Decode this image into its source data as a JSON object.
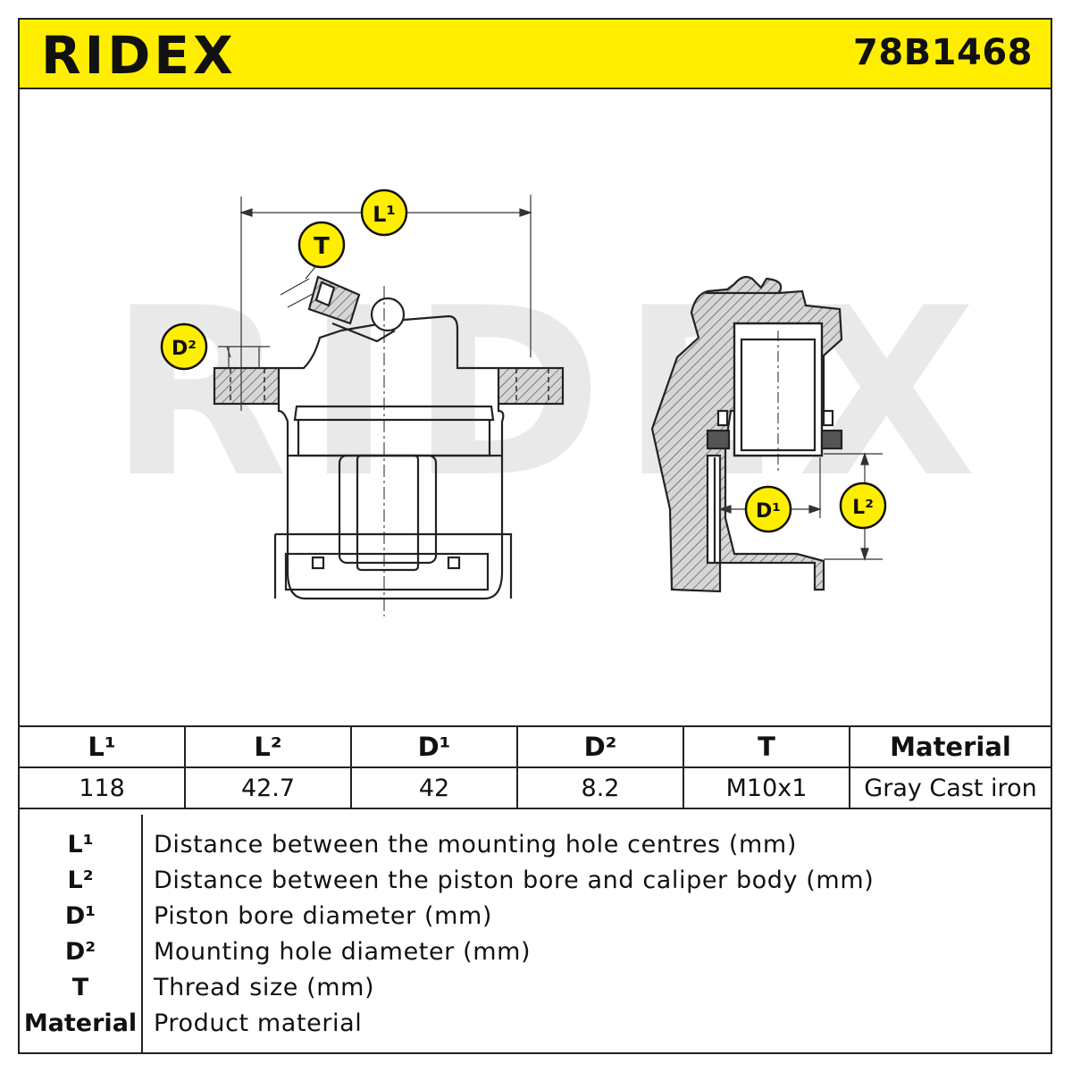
{
  "brand": "RIDEX",
  "part_number": "78B1468",
  "watermark": "RIDEX",
  "colors": {
    "accent": "#ffee00",
    "line": "#222222",
    "hatch": "#555555"
  },
  "drawing_labels": {
    "l1": "L¹",
    "l2": "L²",
    "d1": "D¹",
    "d2": "D²",
    "t": "T"
  },
  "table": {
    "headers": [
      "L¹",
      "L²",
      "D¹",
      "D²",
      "T",
      "Material"
    ],
    "values": [
      "118",
      "42.7",
      "42",
      "8.2",
      "M10x1",
      "Gray Cast iron"
    ]
  },
  "legend": [
    {
      "key": "L¹",
      "desc": "Distance between the mounting hole centres (mm)"
    },
    {
      "key": "L²",
      "desc": "Distance between the piston bore and caliper body (mm)"
    },
    {
      "key": "D¹",
      "desc": "Piston bore diameter (mm)"
    },
    {
      "key": "D²",
      "desc": "Mounting hole diameter (mm)"
    },
    {
      "key": "T",
      "desc": "Thread size (mm)"
    },
    {
      "key": "Material",
      "desc": "Product material"
    }
  ]
}
